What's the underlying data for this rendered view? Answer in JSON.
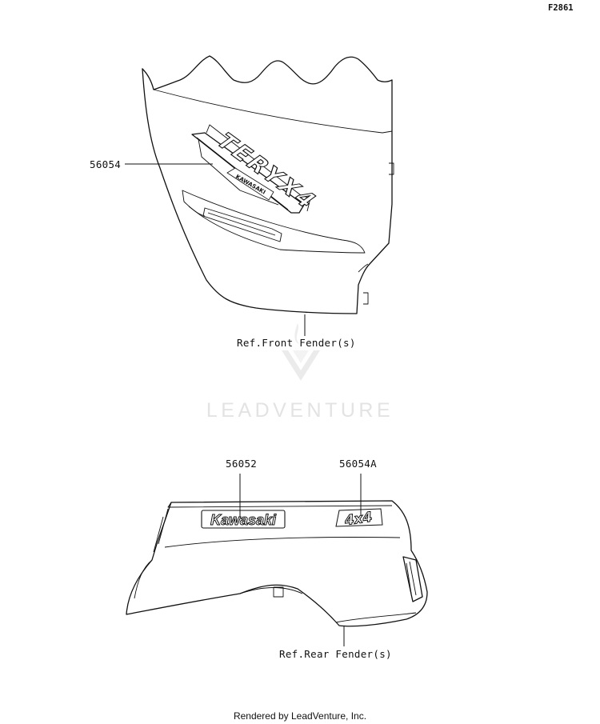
{
  "diagram_id": "F2861",
  "watermark": "LEADVENTURE",
  "front_section": {
    "part_number": "56054",
    "reference": "Ref.Front Fender(s)",
    "decal_text": "TERYX4",
    "decal_brand": "KAWASAKI"
  },
  "rear_section": {
    "part_number_left": "56052",
    "part_number_right": "56054A",
    "reference": "Ref.Rear Fender(s)",
    "decal_left_text": "Kawasaki",
    "decal_right_text": "4x4"
  },
  "footer": "Rendered by LeadVenture, Inc."
}
